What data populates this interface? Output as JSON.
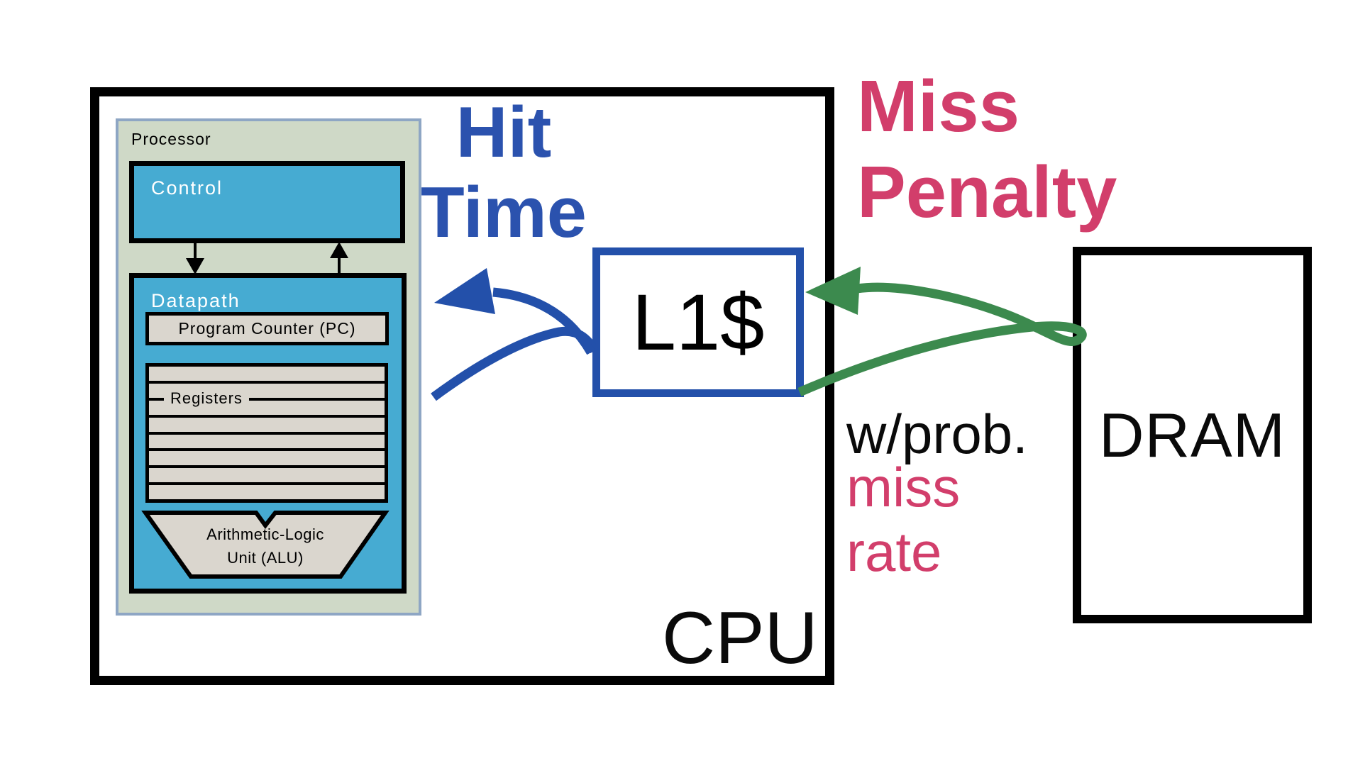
{
  "cpu": {
    "label": "CPU"
  },
  "processor": {
    "label": "Processor",
    "control": {
      "label": "Control"
    },
    "datapath": {
      "label": "Datapath"
    },
    "pc": {
      "label": "Program Counter (PC)"
    },
    "registers": {
      "label": "Registers"
    },
    "alu": {
      "line1": "Arithmetic-Logic",
      "line2": "Unit (ALU)"
    }
  },
  "l1_cache": {
    "label": "L1$"
  },
  "dram": {
    "label": "DRAM"
  },
  "annotations": {
    "hit_time": {
      "line1": "Hit",
      "line2": "Time"
    },
    "miss_penalty": {
      "line1": "Miss",
      "line2": "Penalty"
    },
    "prob": {
      "label": "w/prob."
    },
    "miss_rate": {
      "line1": "miss",
      "line2": "rate"
    }
  },
  "colors": {
    "accent_blue": "#2350aa",
    "accent_pink": "#d23e6b",
    "accent_green": "#3c8a4e",
    "component_blue": "#46abd2",
    "processor_bg": "#cfd9c7",
    "component_gray": "#dad6ce"
  }
}
